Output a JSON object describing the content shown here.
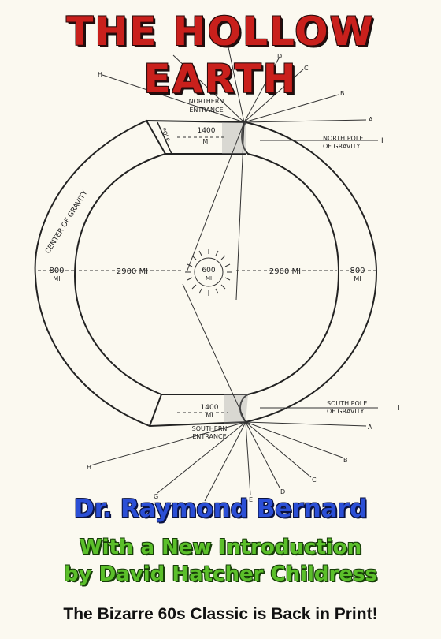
{
  "cover": {
    "title": "THE HOLLOW EARTH",
    "author": "Dr. Raymond Bernard",
    "intro_line1": "With a New Introduction",
    "intro_line2": "by David Hatcher Childress",
    "tagline": "The Bizarre 60s Classic is Back in Print!"
  },
  "diagram": {
    "northern_entrance": [
      "NORTHERN",
      "ENTRANCE"
    ],
    "southern_entrance": [
      "SOUTHERN",
      "ENTRANCE"
    ],
    "north_pole": [
      "NORTH POLE",
      "OF GRAVITY"
    ],
    "south_pole": [
      "SOUTH POLE",
      "OF GRAVITY"
    ],
    "pole_marker": "I",
    "center_of_gravity": "CENTER OF GRAVITY",
    "dist_1400": "1400",
    "mi": "MI",
    "dist_800": "800",
    "dist_2900": "2900 MI",
    "sun_600": "600",
    "pole_label": "POLE",
    "ray_labels": [
      "A",
      "B",
      "C",
      "D",
      "E",
      "G",
      "H"
    ]
  },
  "colors": {
    "title_red": "#c9201c",
    "author_blue": "#2b4fd6",
    "intro_green": "#5bbf2a",
    "paper": "#fbf9f0"
  }
}
